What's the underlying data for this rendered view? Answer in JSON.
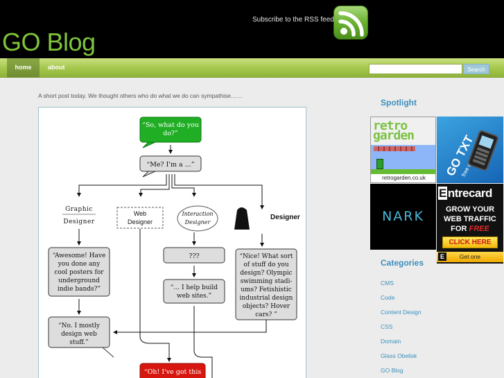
{
  "header": {
    "site_title": "GO Blog",
    "rss_text": "Subscribe to the RSS feed"
  },
  "nav": {
    "items": [
      {
        "label": "home"
      },
      {
        "label": "about"
      }
    ],
    "search_button": "Search"
  },
  "post": {
    "intro": "A short post today. We thought others who do what we do can sympathise……",
    "flowchart": {
      "bubble_start": [
        "“So, what do you",
        "do?”"
      ],
      "bubble_me": "“Me? I'm a ...”",
      "roles": {
        "graphic": [
          "Graphic",
          "Designer"
        ],
        "web": [
          "Web",
          "Designer"
        ],
        "interaction": [
          "Interaction",
          "Designer"
        ],
        "designer": "Designer"
      },
      "bubble_awesome": [
        "“Awesome! Have",
        "you done any",
        "cool posters for",
        "underground",
        "indie bands?”"
      ],
      "bubble_qqq": "???",
      "bubble_help": [
        "“... I help build",
        "web sites.”"
      ],
      "bubble_nice": [
        "“Nice! What sort",
        "of stuff do you",
        "design? Olympic",
        "swimming stadi-",
        "ums? Fetishistic",
        "industrial design",
        "objects? Hover",
        "cars? ”"
      ],
      "bubble_no": [
        "“No. I mostly",
        "design web",
        "stuff.”"
      ],
      "bubble_oh": "“Oh! I've got this"
    }
  },
  "sidebar": {
    "spotlight_heading": "Spotlight",
    "ads": {
      "retro_line1": "retro",
      "retro_line2": "garden",
      "retro_url": "retrogarden.co.uk",
      "gotxt_title": "GO TXT",
      "gotxt_sub": "free web 2 txt",
      "nark": "NARK",
      "entre_logo_first": "E",
      "entre_logo_rest": "ntrecard",
      "entre_line1": "GROW YOUR",
      "entre_line2": "WEB TRAFFIC",
      "entre_line3_prefix": "FOR",
      "entre_line3_accent": "FREE",
      "entre_click": "CLICK HERE",
      "entre_get": "Get one"
    },
    "categories_heading": "Categories",
    "categories": [
      {
        "label": "CMS"
      },
      {
        "label": "Code"
      },
      {
        "label": "Content Design"
      },
      {
        "label": "CSS"
      },
      {
        "label": "Domain"
      },
      {
        "label": "Glass Obelisk"
      },
      {
        "label": "GO Blog"
      }
    ]
  },
  "colors": {
    "brand_green": "#7fc53a",
    "link_blue": "#3b8fbd",
    "nav_green": "#a3c64b",
    "bubble_green": "#1fae24",
    "bubble_red": "#d7170f"
  }
}
